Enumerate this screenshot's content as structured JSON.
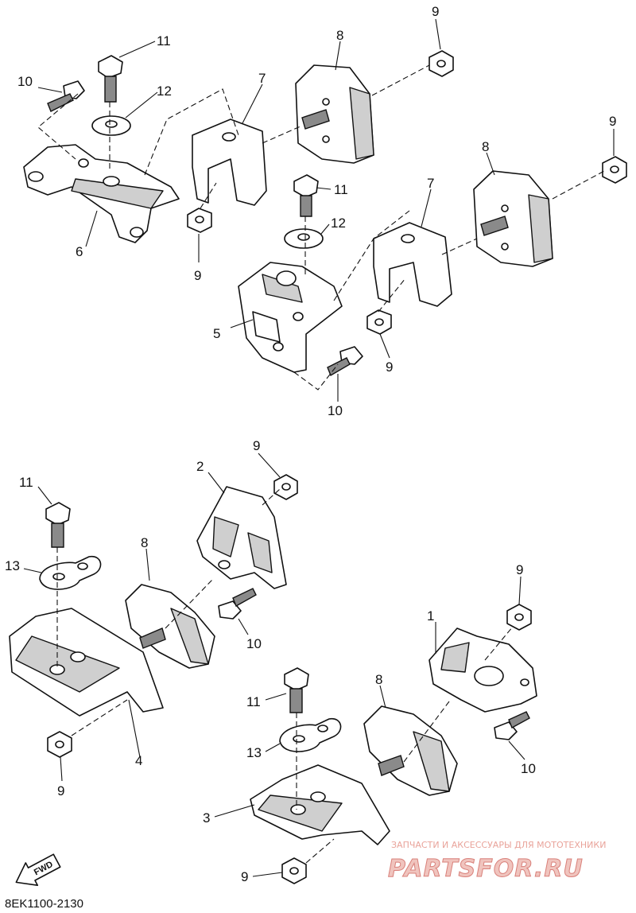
{
  "diagram": {
    "part_code": "8EK1100-2130",
    "direction_label": "FWD",
    "callouts": [
      {
        "id": "c1",
        "label": "1"
      },
      {
        "id": "c2",
        "label": "2"
      },
      {
        "id": "c3",
        "label": "3"
      },
      {
        "id": "c4",
        "label": "4"
      },
      {
        "id": "c5",
        "label": "5"
      },
      {
        "id": "c6",
        "label": "6"
      },
      {
        "id": "c7a",
        "label": "7"
      },
      {
        "id": "c7b",
        "label": "7"
      },
      {
        "id": "c8a",
        "label": "8"
      },
      {
        "id": "c8b",
        "label": "8"
      },
      {
        "id": "c8c",
        "label": "8"
      },
      {
        "id": "c8d",
        "label": "8"
      },
      {
        "id": "c9a",
        "label": "9"
      },
      {
        "id": "c9b",
        "label": "9"
      },
      {
        "id": "c9c",
        "label": "9"
      },
      {
        "id": "c9d",
        "label": "9"
      },
      {
        "id": "c9e",
        "label": "9"
      },
      {
        "id": "c9f",
        "label": "9"
      },
      {
        "id": "c9g",
        "label": "9"
      },
      {
        "id": "c9h",
        "label": "9"
      },
      {
        "id": "c10a",
        "label": "10"
      },
      {
        "id": "c10b",
        "label": "10"
      },
      {
        "id": "c10c",
        "label": "10"
      },
      {
        "id": "c10d",
        "label": "10"
      },
      {
        "id": "c11a",
        "label": "11"
      },
      {
        "id": "c11b",
        "label": "11"
      },
      {
        "id": "c11c",
        "label": "11"
      },
      {
        "id": "c11d",
        "label": "11"
      },
      {
        "id": "c12a",
        "label": "12"
      },
      {
        "id": "c12b",
        "label": "12"
      },
      {
        "id": "c13a",
        "label": "13"
      },
      {
        "id": "c13b",
        "label": "13"
      }
    ]
  },
  "watermark": {
    "tagline": "ЗАПЧАСТИ И АКСЕССУАРЫ ДЛЯ МОТОТЕХНИКИ",
    "brand": "PARTSFOR.RU"
  },
  "colors": {
    "line": "#111111",
    "background": "#ffffff",
    "watermark": "#e9a39a"
  }
}
